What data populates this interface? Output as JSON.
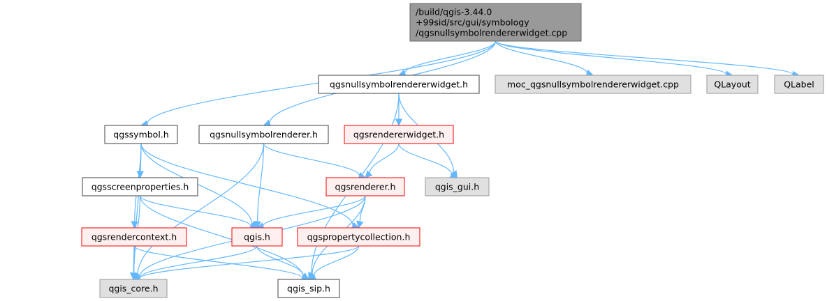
{
  "colors": {
    "edge": "#63b8ff",
    "root_fill": "#999999",
    "root_border": "#666666",
    "plain_fill": "#ffffff",
    "plain_border": "#404040",
    "red_fill": "#fff0f0",
    "red_border": "#ff0000",
    "gray_fill": "#e0e0e0",
    "gray_border": "#999999"
  },
  "nodes": [
    {
      "id": "root",
      "style": "root",
      "lines": [
        "/build/qgis-3.44.0",
        "+99sid/src/gui/symbology",
        "/qgsnullsymbolrendererwidget.cpp"
      ]
    },
    {
      "id": "widget_h",
      "style": "plain",
      "lines": [
        "qgsnullsymbolrendererwidget.h"
      ]
    },
    {
      "id": "moc",
      "style": "gray",
      "lines": [
        "moc_qgsnullsymbolrendererwidget.cpp"
      ]
    },
    {
      "id": "qlayout",
      "style": "gray",
      "lines": [
        "QLayout"
      ]
    },
    {
      "id": "qlabel",
      "style": "gray",
      "lines": [
        "QLabel"
      ]
    },
    {
      "id": "symbol_h",
      "style": "plain",
      "lines": [
        "qgssymbol.h"
      ]
    },
    {
      "id": "nullrenderer_h",
      "style": "plain",
      "lines": [
        "qgsnullsymbolrenderer.h"
      ]
    },
    {
      "id": "rendererwidget_h",
      "style": "red",
      "lines": [
        "qgsrendererwidget.h"
      ]
    },
    {
      "id": "screenprops_h",
      "style": "plain",
      "lines": [
        "qgsscreenproperties.h"
      ]
    },
    {
      "id": "renderer_h",
      "style": "red",
      "lines": [
        "qgsrenderer.h"
      ]
    },
    {
      "id": "qgis_gui_h",
      "style": "gray",
      "lines": [
        "qgis_gui.h"
      ]
    },
    {
      "id": "rendercontext_h",
      "style": "red",
      "lines": [
        "qgsrendercontext.h"
      ]
    },
    {
      "id": "qgis_h",
      "style": "red",
      "lines": [
        "qgis.h"
      ]
    },
    {
      "id": "propcoll_h",
      "style": "red",
      "lines": [
        "qgspropertycollection.h"
      ]
    },
    {
      "id": "qgis_core_h",
      "style": "gray",
      "lines": [
        "qgis_core.h"
      ]
    },
    {
      "id": "qgis_sip_h",
      "style": "plain",
      "lines": [
        "qgis_sip.h"
      ]
    }
  ],
  "edges": [
    [
      "root",
      "widget_h"
    ],
    [
      "root",
      "moc"
    ],
    [
      "root",
      "qlayout"
    ],
    [
      "root",
      "qlabel"
    ],
    [
      "root",
      "symbol_h"
    ],
    [
      "root",
      "nullrenderer_h"
    ],
    [
      "widget_h",
      "rendererwidget_h"
    ],
    [
      "widget_h",
      "qgis_gui_h"
    ],
    [
      "widget_h",
      "qgis_sip_h"
    ],
    [
      "rendererwidget_h",
      "renderer_h"
    ],
    [
      "rendererwidget_h",
      "qgis_gui_h"
    ],
    [
      "symbol_h",
      "screenprops_h"
    ],
    [
      "symbol_h",
      "rendercontext_h"
    ],
    [
      "symbol_h",
      "qgis_h"
    ],
    [
      "symbol_h",
      "propcoll_h"
    ],
    [
      "symbol_h",
      "qgis_core_h"
    ],
    [
      "nullrenderer_h",
      "renderer_h"
    ],
    [
      "nullrenderer_h",
      "qgis_h"
    ],
    [
      "nullrenderer_h",
      "qgis_core_h"
    ],
    [
      "screenprops_h",
      "qgis_h"
    ],
    [
      "screenprops_h",
      "qgis_core_h"
    ],
    [
      "screenprops_h",
      "qgis_sip_h"
    ],
    [
      "renderer_h",
      "qgis_h"
    ],
    [
      "renderer_h",
      "propcoll_h"
    ],
    [
      "renderer_h",
      "qgis_core_h"
    ],
    [
      "renderer_h",
      "qgis_sip_h"
    ],
    [
      "rendercontext_h",
      "qgis_core_h"
    ],
    [
      "rendercontext_h",
      "qgis_sip_h"
    ],
    [
      "qgis_h",
      "qgis_core_h"
    ],
    [
      "qgis_h",
      "qgis_sip_h"
    ],
    [
      "propcoll_h",
      "qgis_core_h"
    ],
    [
      "propcoll_h",
      "qgis_sip_h"
    ]
  ]
}
